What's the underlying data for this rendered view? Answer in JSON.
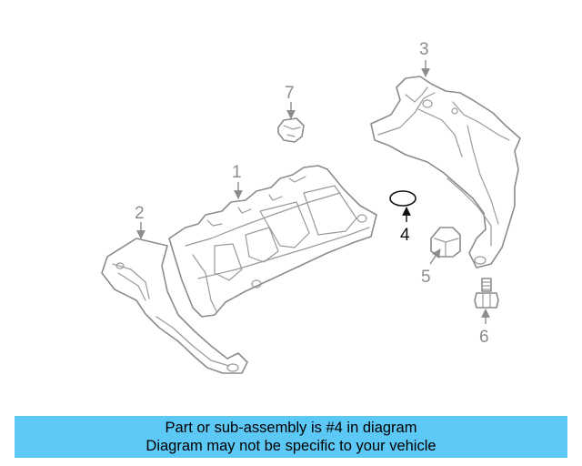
{
  "callouts": {
    "c1": "1",
    "c2": "2",
    "c3": "3",
    "c4": "4",
    "c5": "5",
    "c6": "6",
    "c7": "7"
  },
  "highlighted_callout": "4",
  "colors": {
    "banner_background": "#5bc8f5",
    "line_art": "#8c8c8c",
    "highlight": "#111111"
  },
  "banner": {
    "line1": "Part or sub-assembly is #4 in diagram",
    "line2": "Diagram may not be specific to your vehicle"
  }
}
